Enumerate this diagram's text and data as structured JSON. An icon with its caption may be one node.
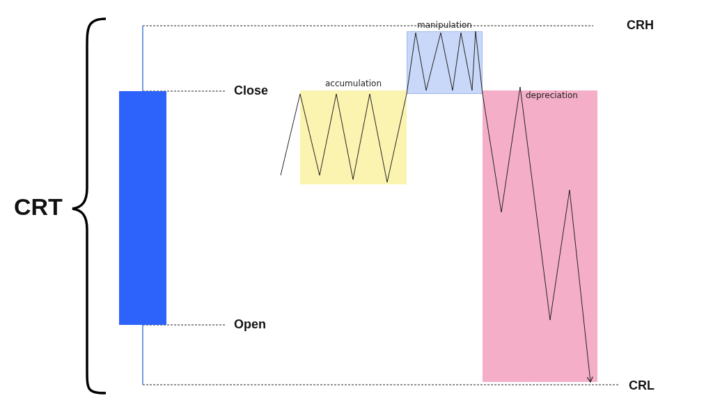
{
  "diagram": {
    "nodes": [
      {
        "text": [
          "accumulation"
        ]
      },
      {
        "text": [
          "manipulation"
        ]
      },
      {
        "text": [
          "depreciation"
        ]
      }
    ],
    "labels": [
      "CRH",
      "Close",
      "CRT",
      "Open",
      "CRL"
    ]
  }
}
